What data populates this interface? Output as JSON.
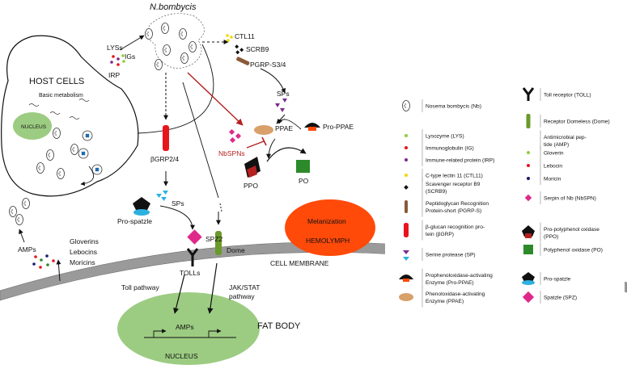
{
  "diagram": {
    "organism": "N.bombycis",
    "host_cells": "HOST CELLS",
    "basic_metabolism": "Basic metabolism",
    "nucleus_upper": "NUCLEUS",
    "nucleus_lower": "NUCLEUS",
    "lys": "LYSs",
    "igs": "IGs",
    "irp": "IRP",
    "ctl11": "CTL11",
    "scrb9": "SCRB9",
    "pgrp": "PGRP-S3/4",
    "sps_top": "SPs",
    "sps_mid": "SPs",
    "pro_ppae": "Pro-PPAE",
    "ppae": "PPAE",
    "nbspns": "NbSPNs",
    "ppo": "PPO",
    "po": "PO",
    "melanization": "Melanization",
    "hemolymph": "HEMOLYMPH",
    "bgrp": "βGRP2/4",
    "pro_spatzle": "Pro-spatzle",
    "spz2": "SPZ2",
    "tolls": "TOLLs",
    "dome": "Dome",
    "cell_membrane": "CELL MEMBRANE",
    "toll_pathway": "Toll pathway",
    "jak_stat_1": "JAK/STAT",
    "jak_stat_2": "pathway",
    "fat_body": "FAT BODY",
    "amps_inner": "AMPs",
    "amps_outer": "AMPs",
    "gloverins": "Gloverins",
    "lebocins": "Lebocins",
    "moricins": "Moricins"
  },
  "legend_left": [
    {
      "lines": [
        "Nosema bombycis (Nb)"
      ],
      "icon": "spore-icon"
    },
    {
      "lines": [
        "Lysozyme (LYS)"
      ],
      "icon": "green-dot-icon"
    },
    {
      "lines": [
        "Immunoglobulin (IG)"
      ],
      "icon": "red-dot-icon"
    },
    {
      "lines": [
        "Immune-related protein (IRP)"
      ],
      "icon": "purple-dot-icon"
    },
    {
      "lines": [
        "C-type lectin 11 (CTL11)"
      ],
      "icon": "yellow-dot-icon"
    },
    {
      "lines": [
        "Scavenger receptor B9",
        "(SCRB9)"
      ],
      "icon": "black-diamond-icon"
    },
    {
      "lines": [
        "Peptidoglycan Recognition",
        "Protein-short (PGRP-S)"
      ],
      "icon": "pgrp-icon"
    },
    {
      "lines": [
        "β-glucan recognition pro-",
        "tein (βGRP)"
      ],
      "icon": "bgrp-icon"
    },
    {
      "lines": [
        "Serine protease (SP)"
      ],
      "icon": "sp-icon"
    },
    {
      "lines": [
        "Prophenoloxidase-activating",
        "Enzyme (Pro-PPAE)"
      ],
      "icon": "pro-ppae-icon"
    },
    {
      "lines": [
        "Phenoloxidase-activating",
        "Enzyme (PPAE)"
      ],
      "icon": "ppae-icon"
    }
  ],
  "legend_right": [
    {
      "lines": [
        "Toll receptor (TOLL)"
      ],
      "icon": "toll-icon"
    },
    {
      "lines": [
        "Receptor Domeless (Dome)"
      ],
      "icon": "dome-icon"
    },
    {
      "lines": [
        "Antimicrobial pep-",
        "tide (AMP)"
      ],
      "icon": "none"
    },
    {
      "lines": [
        "Gloverin"
      ],
      "icon": "green-dot-icon"
    },
    {
      "lines": [
        "Lebocin"
      ],
      "icon": "red-dot-icon"
    },
    {
      "lines": [
        "Moricin"
      ],
      "icon": "navy-dot-icon"
    },
    {
      "lines": [
        "Serpin of Nb (NbSPN)"
      ],
      "icon": "magenta-diamond-icon"
    },
    {
      "lines": [
        "Pro-polyphenol oxidase",
        "(PPO)"
      ],
      "icon": "ppo-icon"
    },
    {
      "lines": [
        "Polyphenol oxidase (PO)"
      ],
      "icon": "po-icon"
    },
    {
      "lines": [
        "Pro-spatzle"
      ],
      "icon": "pro-spatzle-icon"
    },
    {
      "lines": [
        "Spatzle (SPZ)"
      ],
      "icon": "spz-icon"
    }
  ],
  "colors": {
    "membrane": "#9a9a9a",
    "fat_body_nucleus": "#9ccc82",
    "hemolymph": "#ff4a0a",
    "red_arrow": "#b52020",
    "nbspn": "#e0288a",
    "bgrp": "#e8141c",
    "sp": "#2eb0e0",
    "po": "#2d8a2a",
    "ppae": "#d9a06a"
  }
}
